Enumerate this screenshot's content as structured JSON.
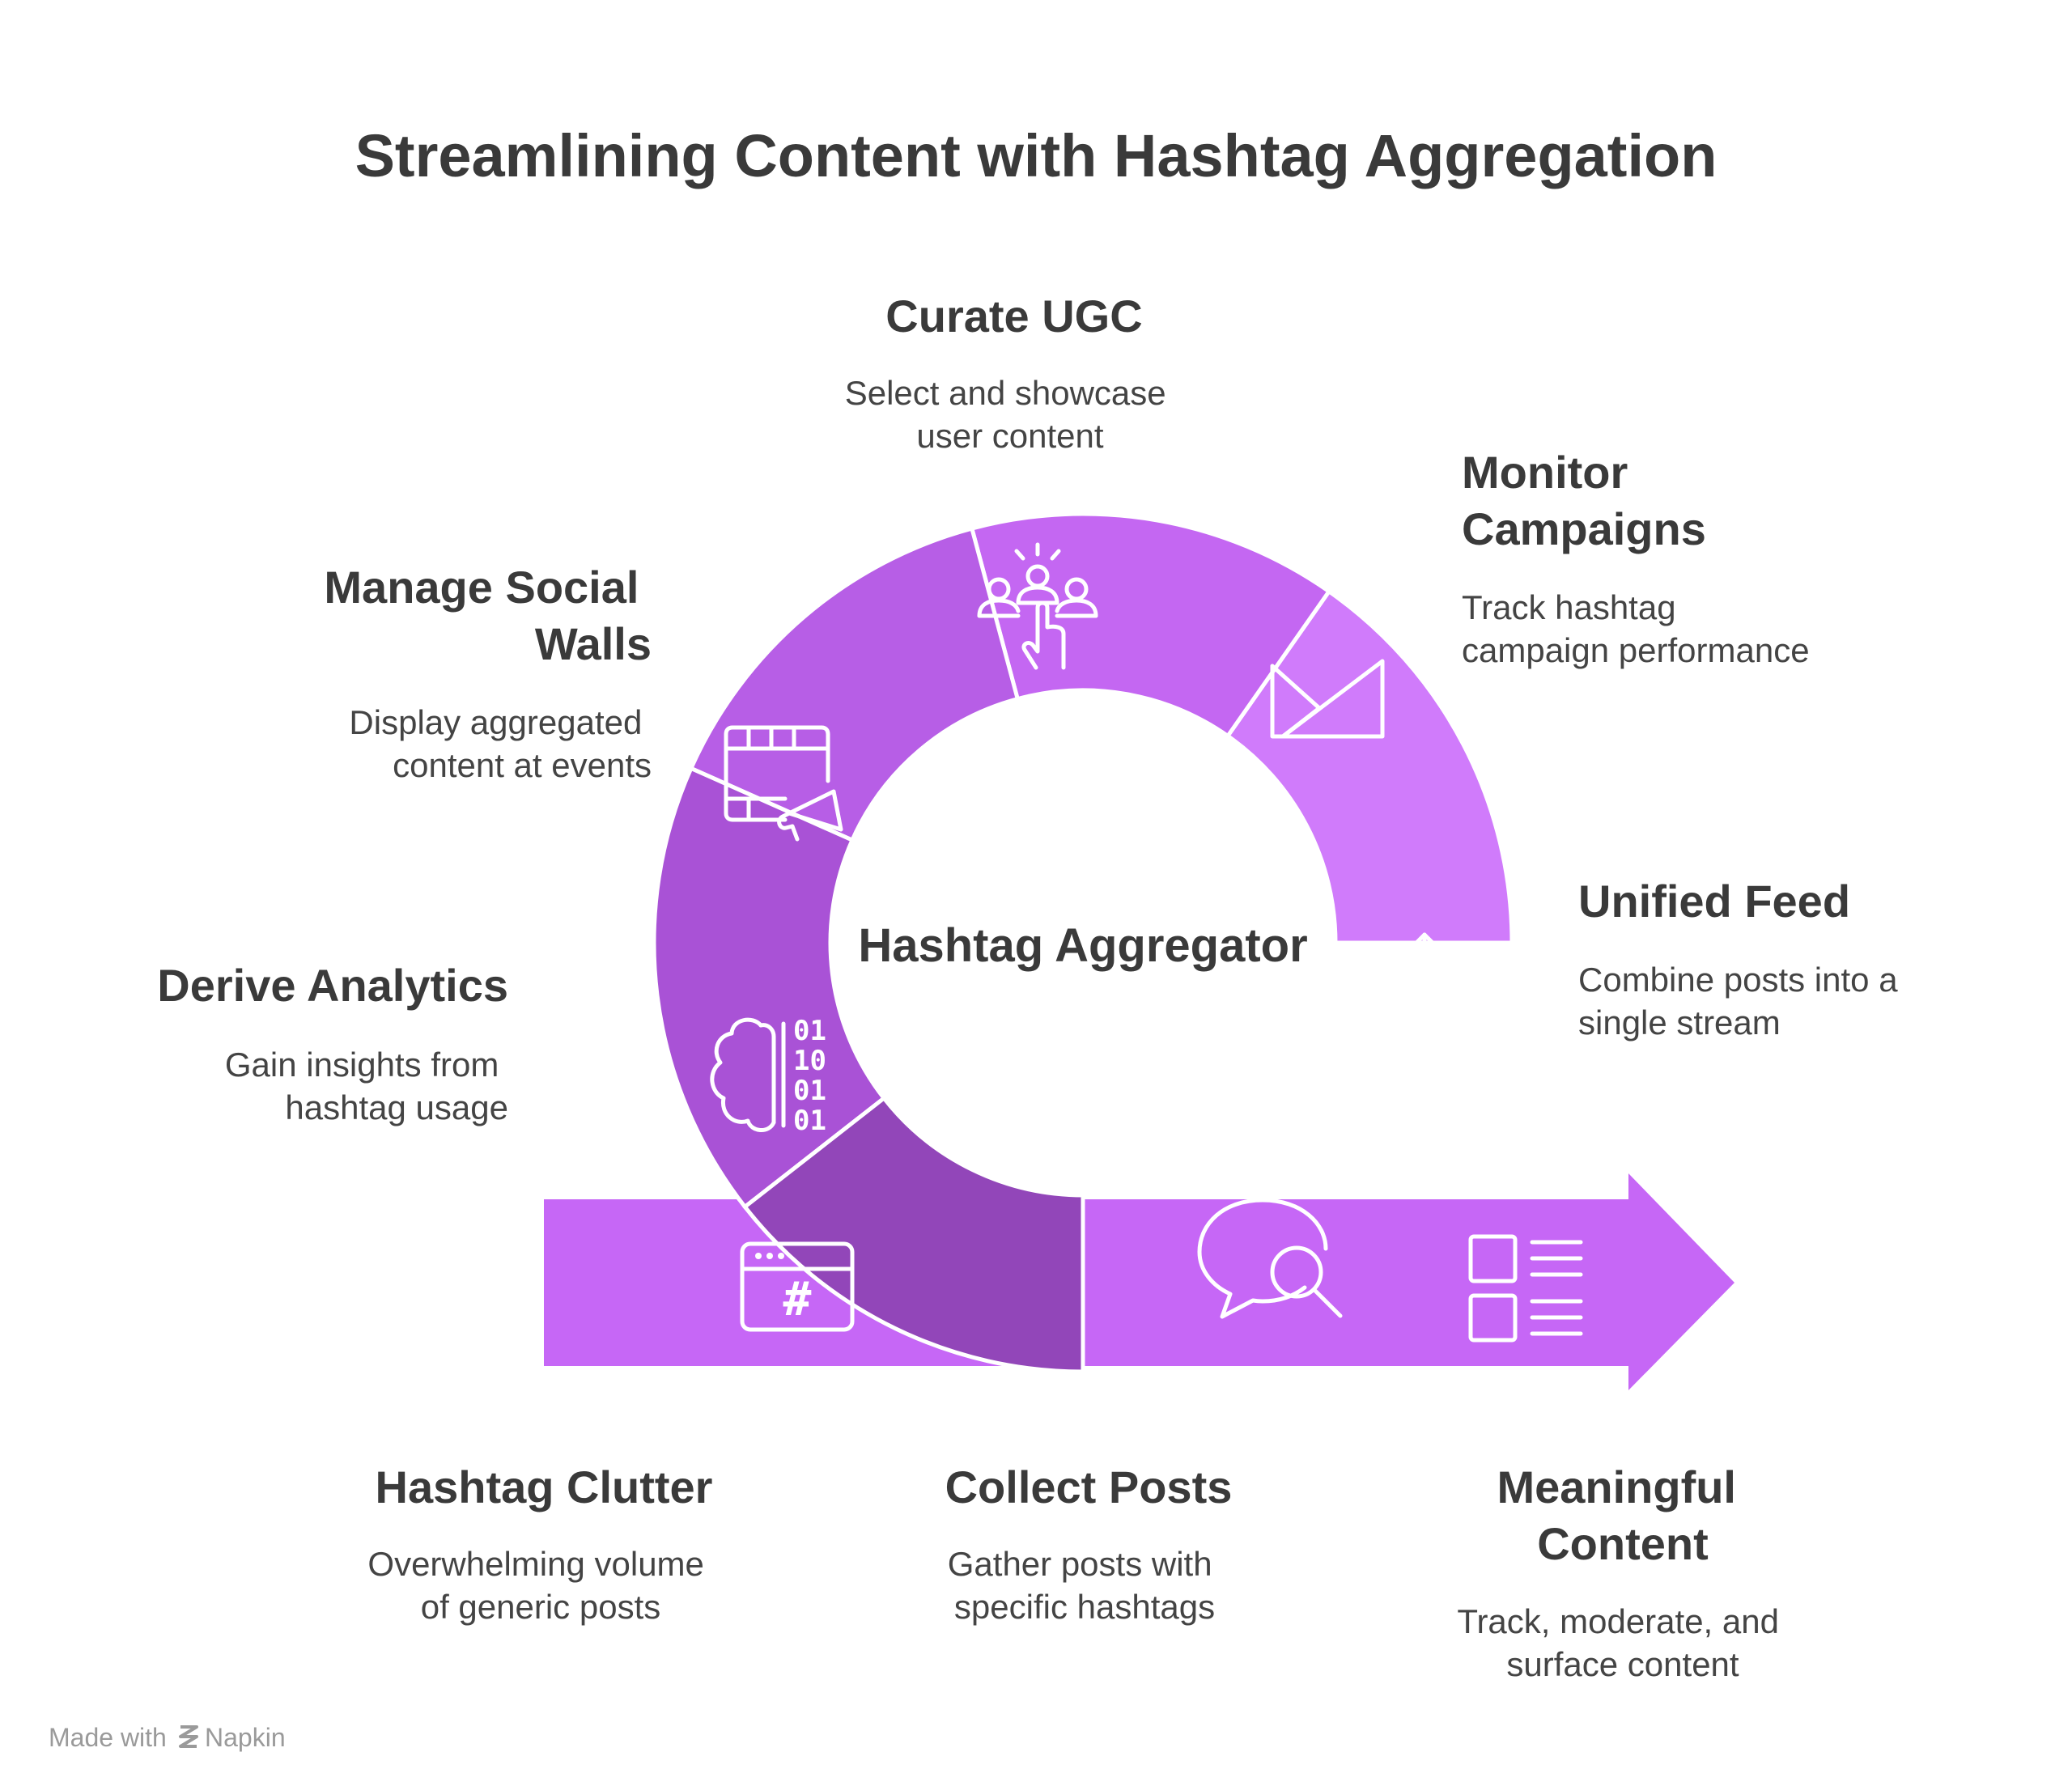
{
  "title": "Streamlining Content with Hashtag Aggregation",
  "center_label": "Hashtag Aggregator",
  "footer": {
    "made_with": "Made with",
    "brand": "Napkin"
  },
  "steps": {
    "curate_ugc": {
      "title": "Curate UGC",
      "desc": [
        "Select and showcase",
        "user content"
      ]
    },
    "monitor_campaigns": {
      "title": [
        "Monitor",
        "Campaigns"
      ],
      "desc": [
        "Track hashtag",
        "campaign performance"
      ]
    },
    "manage_social_walls": {
      "title": [
        "Manage Social",
        "Walls"
      ],
      "desc": [
        "Display aggregated",
        "content at events"
      ]
    },
    "unified_feed": {
      "title": "Unified Feed",
      "desc": [
        "Combine posts into a",
        "single stream"
      ]
    },
    "derive_analytics": {
      "title": "Derive Analytics",
      "desc": [
        "Gain insights from",
        "hashtag usage"
      ]
    },
    "hashtag_clutter": {
      "title": "Hashtag Clutter",
      "desc": [
        "Overwhelming volume",
        "of generic posts"
      ]
    },
    "collect_posts": {
      "title": "Collect Posts",
      "desc": [
        "Gather posts with",
        "specific hashtags"
      ]
    },
    "meaningful_content": {
      "title": [
        "Meaningful",
        "Content"
      ],
      "desc": [
        "Track, moderate, and",
        "surface content"
      ]
    }
  },
  "icons": {
    "hashtag_clutter": "hashtag-window-icon",
    "collect_posts": "chat-search-icon",
    "unified_feed": "upload-lines-icon",
    "monitor_campaigns": "triangle-chart-icon",
    "curate_ugc": "user-select-icon",
    "manage_social_walls": "calendar-megaphone-icon",
    "derive_analytics": "brain-binary-icon",
    "meaningful_content": "checklist-icon"
  },
  "icon_text": {
    "hash": "#",
    "binary": [
      "01",
      "10",
      "01",
      "01"
    ]
  },
  "colors": {
    "arrow": "#c667f6",
    "segment_collect_posts": "#9246b9",
    "segment_unified_feed": "#a952d6",
    "segment_monitor_campaigns": "#b75ee6",
    "segment_curate_ugc": "#c467f2",
    "segment_manage_social_walls": "#d07bfb",
    "segment_derive_analytics": "#e1a6fd"
  }
}
